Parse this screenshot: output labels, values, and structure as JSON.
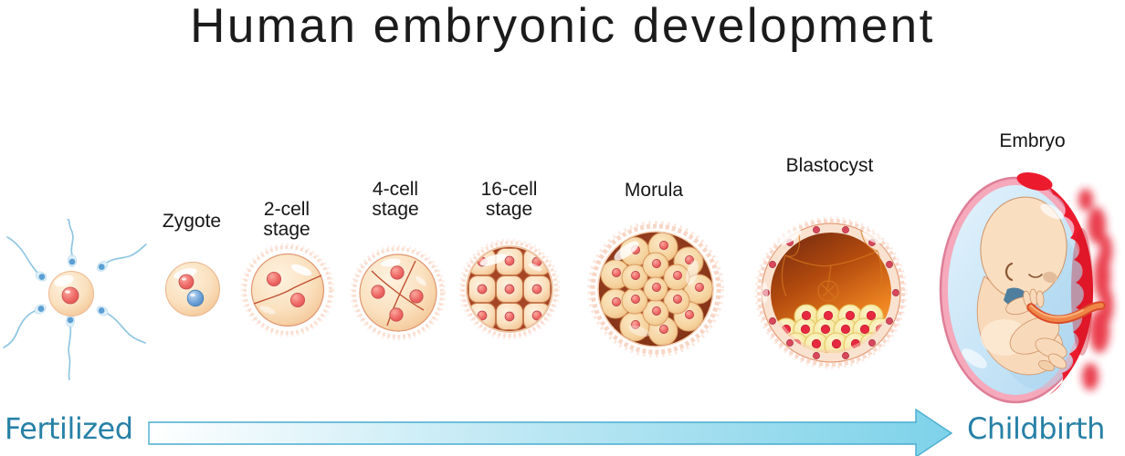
{
  "title": "Human embryonic development",
  "stages": [
    {
      "id": "zygote",
      "label": "Zygote"
    },
    {
      "id": "two-cell",
      "label": "2-cell stage"
    },
    {
      "id": "four-cell",
      "label": "4-cell stage"
    },
    {
      "id": "sixteen-cell",
      "label": "16-cell stage"
    },
    {
      "id": "morula",
      "label": "Morula"
    },
    {
      "id": "blastocyst",
      "label": "Blastocyst"
    },
    {
      "id": "embryo",
      "label": "Embryo"
    }
  ],
  "timeline": {
    "start_label": "Fertilized",
    "end_label": "Childbirth"
  },
  "palette": {
    "background": "#ffffff",
    "title_color": "#1b1b1b",
    "label_color": "#161616",
    "timeline_text_color": "#2780A6",
    "arrow_fill_start": "#ffffff",
    "arrow_fill_mid": "#bfe8f4",
    "arrow_fill_end": "#7dd2e9",
    "arrow_stroke": "#49accf",
    "egg_fill": "#FBDFC0",
    "nucleus_red": "#EE6B67",
    "nucleus_blue": "#6FA3D8",
    "sperm_blue": "#5B9FD4",
    "morula_ring": "#8E3A20",
    "blastocyst_cavity": "#B24A0E",
    "icm_yellow": "#F3DE8C",
    "amnion_pink": "#F5A9BB",
    "sac_blue": "#B7DCF3",
    "fetus_skin": "#F8DABB",
    "placenta_red": "#EB1B2D",
    "cord_orange": "#F08548"
  }
}
